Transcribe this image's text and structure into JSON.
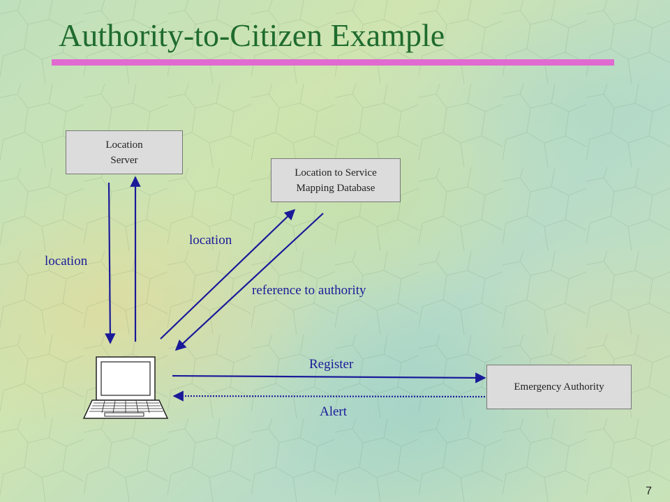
{
  "slide": {
    "title": "Authority-to-Citizen Example",
    "page_number": "7"
  },
  "boxes": {
    "location_server": "Location\nServer",
    "lost_database": "Location to Service\nMapping Database",
    "emergency_authority": "Emergency Authority"
  },
  "labels": {
    "location_left": "location",
    "location_diagonal": "location",
    "reference_to_authority": "reference to authority",
    "register": "Register",
    "alert": "Alert"
  },
  "colors": {
    "title": "#1f6b2e",
    "accent_rule": "#e06ad0",
    "arrow": "#1a1a99",
    "box_fill": "#dcdcdc"
  },
  "icons": {
    "client": "laptop-computer-icon"
  }
}
